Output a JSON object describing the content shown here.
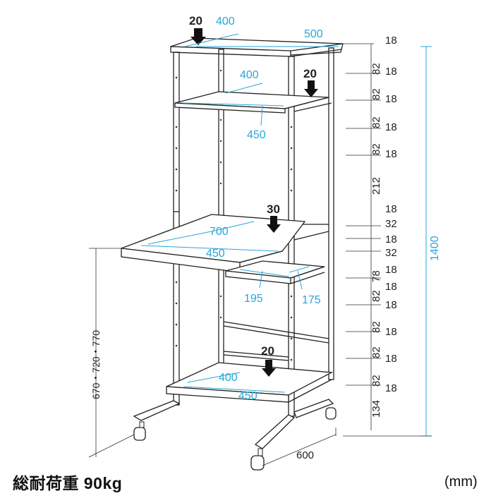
{
  "top_shelf": {
    "load": "20",
    "depth": "400",
    "width": "500"
  },
  "upper_shelf": {
    "depth": "400",
    "load": "20",
    "width": "450"
  },
  "desk_shelf": {
    "load": "30",
    "width": "700",
    "depth": "450"
  },
  "side_shelf": {
    "left_dim": "195",
    "right_dim": "175"
  },
  "bottom_shelf": {
    "load": "20",
    "depth": "400",
    "width": "450"
  },
  "left_height": "670・720・770",
  "base_depth": "600",
  "total_height": "1400",
  "right_column": [
    "18",
    "82",
    "18",
    "82",
    "18",
    "82",
    "18",
    "82",
    "18",
    "212",
    "18",
    "32",
    "18",
    "32",
    "18",
    "78",
    "18",
    "82",
    "18",
    "82",
    "18",
    "82",
    "18",
    "82",
    "18",
    "134"
  ],
  "footer": {
    "weight_label": "総耐荷重 90kg",
    "unit": "(mm)"
  }
}
